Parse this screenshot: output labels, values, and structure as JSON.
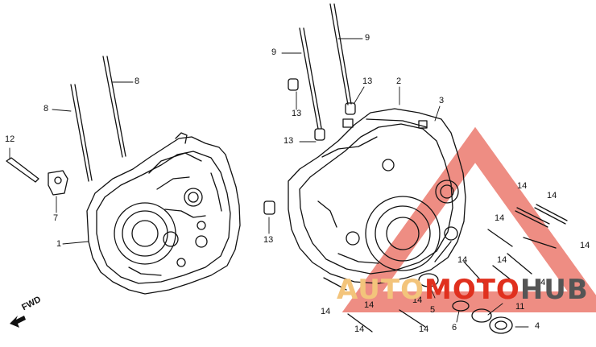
{
  "parts": {
    "labels": [
      "1",
      "2",
      "3",
      "4",
      "5",
      "6",
      "7",
      "8",
      "8",
      "9",
      "9",
      "11",
      "12",
      "13",
      "13",
      "13",
      "13",
      "14",
      "14",
      "14",
      "14",
      "14",
      "14",
      "14",
      "14",
      "14",
      "14",
      "14",
      "14"
    ]
  },
  "watermark": {
    "part1": "AUTO",
    "part2": "MOTO",
    "part3": "HUB",
    "colors": {
      "light": "#f3c47b",
      "red": "#e0301e",
      "grey": "#555555"
    }
  },
  "direction_label": "FWD",
  "line_color": "#111111"
}
